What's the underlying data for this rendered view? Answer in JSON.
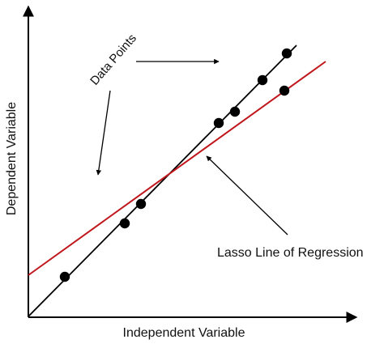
{
  "labels": {
    "y_axis": "Dependent Variable",
    "x_axis": "Independent Variable",
    "data_points": "Data Points",
    "regression_line": "Lasso Line of Regression"
  },
  "colors": {
    "ink": "#000000",
    "lasso_line": "#c0161c",
    "background": "#ffffff"
  },
  "icons": {
    "axis_arrowhead": "arrowhead-icon",
    "callout_arrow": "arrow-icon"
  }
}
